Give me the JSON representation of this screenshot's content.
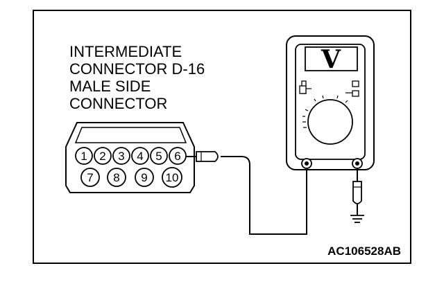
{
  "diagram": {
    "label_lines": [
      "INTERMEDIATE",
      "CONNECTOR D-16",
      "MALE SIDE",
      "CONNECTOR"
    ],
    "pins_top": [
      "1",
      "2",
      "3",
      "4",
      "5",
      "6"
    ],
    "pins_bottom": [
      "7",
      "8",
      "9",
      "10"
    ],
    "meter_symbol": "V",
    "figure_code": "AC106528AB"
  }
}
